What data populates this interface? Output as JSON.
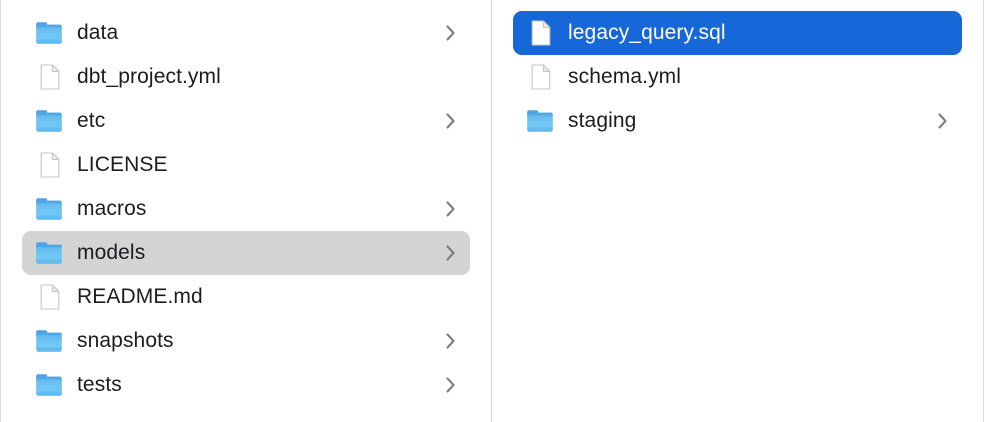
{
  "app": "finder-column-view",
  "colors": {
    "selection_blue": "#1667d8",
    "selection_gray": "#d4d4d4",
    "selected_text": "#ffffff",
    "text": "#1d1d1f",
    "divider": "#d9d9d9",
    "edge_border": "#dedede",
    "chevron": "#7d7d7d",
    "folder_top": "#4aa2e2",
    "folder_body_light": "#74c8f4",
    "folder_body_dark": "#4fa9e6",
    "file_fill": "#ffffff",
    "file_stroke": "#c6c6c6",
    "file_fold": "#ececec"
  },
  "columns": [
    {
      "name": "left",
      "items": [
        {
          "label": "data",
          "type": "folder",
          "chevron": true,
          "selected": "none"
        },
        {
          "label": "dbt_project.yml",
          "type": "file",
          "chevron": false,
          "selected": "none"
        },
        {
          "label": "etc",
          "type": "folder",
          "chevron": true,
          "selected": "none"
        },
        {
          "label": "LICENSE",
          "type": "file",
          "chevron": false,
          "selected": "none"
        },
        {
          "label": "macros",
          "type": "folder",
          "chevron": true,
          "selected": "none"
        },
        {
          "label": "models",
          "type": "folder",
          "chevron": true,
          "selected": "inactive"
        },
        {
          "label": "README.md",
          "type": "file",
          "chevron": false,
          "selected": "none"
        },
        {
          "label": "snapshots",
          "type": "folder",
          "chevron": true,
          "selected": "none"
        },
        {
          "label": "tests",
          "type": "folder",
          "chevron": true,
          "selected": "none"
        }
      ]
    },
    {
      "name": "right",
      "items": [
        {
          "label": "legacy_query.sql",
          "type": "file",
          "chevron": false,
          "selected": "active"
        },
        {
          "label": "schema.yml",
          "type": "file",
          "chevron": false,
          "selected": "none"
        },
        {
          "label": "staging",
          "type": "folder",
          "chevron": true,
          "selected": "none"
        }
      ]
    }
  ]
}
